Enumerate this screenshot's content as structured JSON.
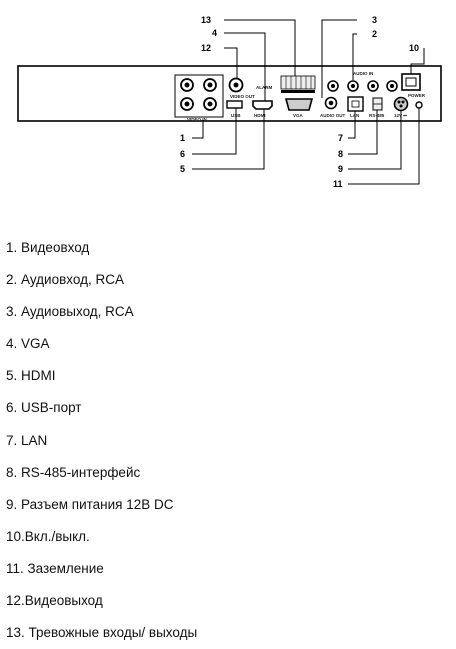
{
  "panel_labels": {
    "video_in": "VIDEO IN",
    "video_out": "VIDEO OUT",
    "alarm": "ALARM",
    "usb": "USB",
    "hdmi": "HDMI",
    "vga": "VGA",
    "audio_out": "AUDIO OUT",
    "audio_in": "AUDIO IN",
    "lan": "LAN",
    "rs485": "RS-485",
    "dc": "12V ⎓",
    "power": "POWER"
  },
  "callouts": [
    "1",
    "2",
    "3",
    "4",
    "5",
    "6",
    "7",
    "8",
    "9",
    "10",
    "11",
    "12",
    "13"
  ],
  "legend": [
    "1.  Видеовход",
    "2.  Аудиовход, RCA",
    "3.  Аудиовыход, RCA",
    "4.  VGA",
    "5.  HDMI",
    "6.  USB-порт",
    "7.  LAN",
    "8.  RS-485-интерфейс",
    "9.   Разъем питания 12В DC",
    "10.Вкл./выкл.",
    "11.  Заземление",
    "12.Видеовыход",
    "13.  Тревожные входы/ выходы"
  ]
}
